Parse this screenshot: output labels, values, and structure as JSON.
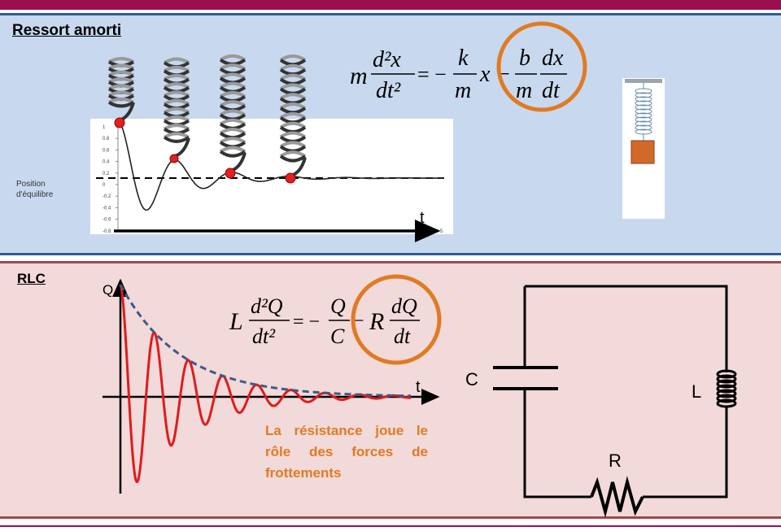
{
  "panel1": {
    "title": "Ressort amorti",
    "equilibrium_label_line1": "Position",
    "equilibrium_label_line2": "d'équilibre",
    "time_label": "t",
    "y_ticks": [
      "1",
      "0.8",
      "0.6",
      "0.4",
      "0.2",
      "0",
      "-0.2",
      "-0.4",
      "-0.6",
      "-0.8"
    ],
    "x_end_label": "5",
    "equation": {
      "m": "m",
      "d2x": "d²x",
      "dt2": "dt²",
      "eq": "= −",
      "k": "k",
      "m2": "m",
      "x": "x −",
      "b": "b",
      "m3": "m",
      "dx": "dx",
      "dt": "dt"
    }
  },
  "panel2": {
    "title": "RLC",
    "q_label": "Q",
    "time_label": "t",
    "equation": {
      "L": "L",
      "d2Q": "d²Q",
      "dt2": "dt²",
      "eq": "= −",
      "Q": "Q",
      "C": "C",
      "minus": "−",
      "R": "R",
      "dQ": "dQ",
      "dt": "dt"
    },
    "note": "La résistance joue le rôle des forces de frottements",
    "circuit": {
      "c_label": "C",
      "l_label": "L",
      "r_label": "R"
    }
  },
  "colors": {
    "header": "#9c0f4f",
    "panel1_bg": "#c8d9ef",
    "panel2_bg": "#f2d9da",
    "highlight_circle": "#e07b22",
    "oscillation": "#e01b1b",
    "envelope": "#3d5a85",
    "mass": "#d2692a"
  }
}
